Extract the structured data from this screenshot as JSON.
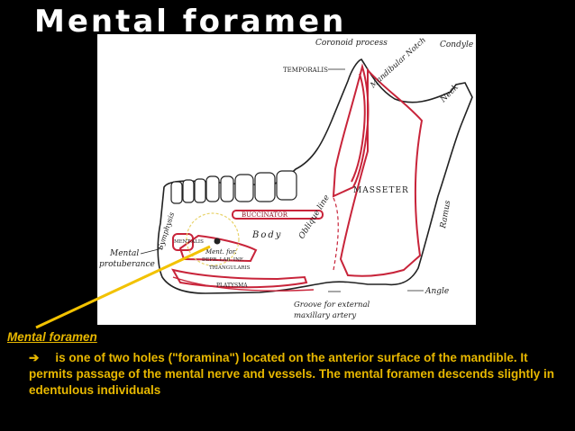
{
  "slide": {
    "title": "Mental foramen",
    "caption_label": "Mental foramen",
    "arrow_glyph": "➔",
    "description": "is one of two holes (\"foramina\") located on the anterior surface of the mandible. It permits passage of the mental nerve and vessels. The mental foramen descends slightly in edentulous individuals"
  },
  "figure_labels": {
    "coronoid": "Coronoid process",
    "condyle": "Condyle",
    "temporalis": "TEMPORALIS",
    "notch": "Mandibular Notch",
    "neck": "Neck",
    "masseter": "MASSETER",
    "ramus": "Ramus",
    "buccinator": "BUCCINATOR",
    "oblique_line": "Oblique line",
    "body": "Body",
    "symphysis": "Symphysis",
    "mentalis": "MENT-ALIS",
    "mental_foramen_short": "Ment. for.",
    "mental_protuberance_1": "Mental",
    "mental_protuberance_2": "protuberance",
    "depressor": "DEPR. LAB. INF.",
    "triangularis": "TRIANGULARIS",
    "platysma": "PLATYSMA",
    "angle": "Angle",
    "groove_1": "Groove for external",
    "groove_2": "maxillary artery"
  },
  "colors": {
    "accent_text": "#e8b800",
    "muscle_outline": "#c8243a",
    "pointer_line": "#f2c200"
  }
}
